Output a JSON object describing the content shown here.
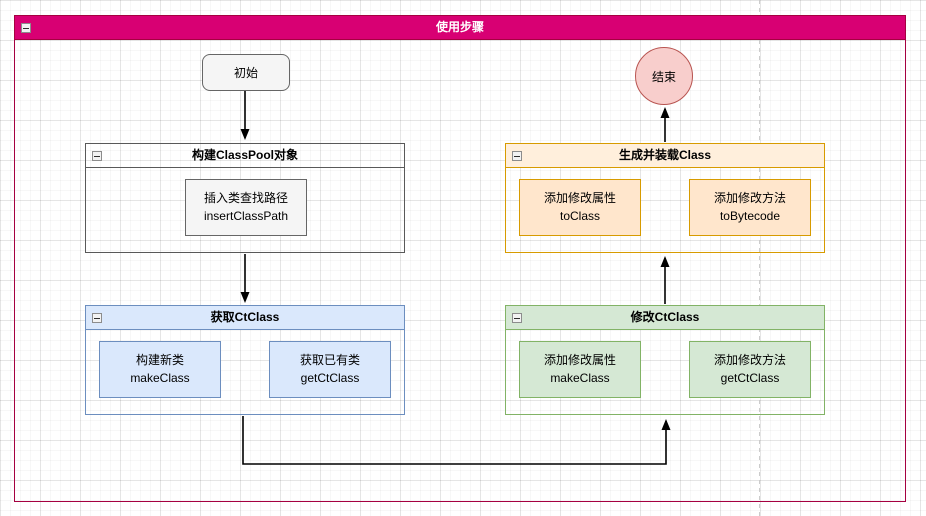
{
  "frame": {
    "title": "使用步骤",
    "collapse_icon": "minus-icon"
  },
  "nodes": {
    "start": {
      "label": "初始"
    },
    "end": {
      "label": "结束"
    }
  },
  "containers": [
    {
      "title": "构建ClassPool对象",
      "theme": "gray",
      "boxes": [
        {
          "line1": "插入类查找路径",
          "line2": "insertClassPath"
        }
      ]
    },
    {
      "title": "生成并装载Class",
      "theme": "orange",
      "boxes": [
        {
          "line1": "添加修改属性",
          "line2": "toClass"
        },
        {
          "line1": "添加修改方法",
          "line2": "toBytecode"
        }
      ]
    },
    {
      "title": "获取CtClass",
      "theme": "blue",
      "boxes": [
        {
          "line1": "构建新类",
          "line2": "makeClass"
        },
        {
          "line1": "获取已有类",
          "line2": "getCtClass"
        }
      ]
    },
    {
      "title": "修改CtClass",
      "theme": "green",
      "boxes": [
        {
          "line1": "添加修改属性",
          "line2": "makeClass"
        },
        {
          "line1": "添加修改方法",
          "line2": "getCtClass"
        }
      ]
    }
  ],
  "edges": [
    {
      "from": "初始",
      "to": "构建ClassPool对象"
    },
    {
      "from": "构建ClassPool对象",
      "to": "获取CtClass"
    },
    {
      "from": "获取CtClass",
      "to": "修改CtClass"
    },
    {
      "from": "修改CtClass",
      "to": "生成并装载Class"
    },
    {
      "from": "生成并装载Class",
      "to": "结束"
    }
  ],
  "colors": {
    "frame_bar": "#d80073",
    "frame_border": "#a50040",
    "frame_title_text": "#ffffff",
    "gray_fill": "#f5f5f5",
    "gray_border": "#666666",
    "orange_fill": "#ffe6cc",
    "orange_header_fill": "#ffefdc",
    "orange_border": "#d79b00",
    "blue_fill": "#dae8fc",
    "blue_border": "#6c8ebf",
    "green_fill": "#d5e8d4",
    "green_border": "#82b366",
    "end_node_fill": "#f8cecc",
    "end_node_border": "#b85450",
    "arrow": "#000000"
  }
}
